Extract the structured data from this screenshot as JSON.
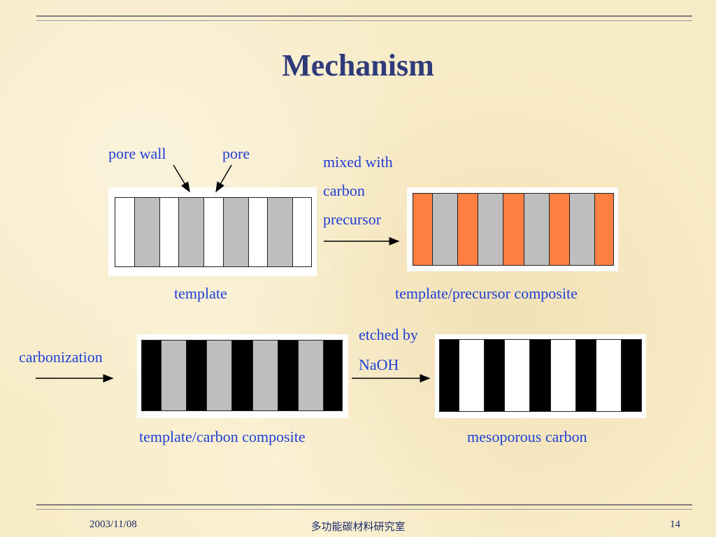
{
  "slide": {
    "title": "Mechanism",
    "page_number": "14",
    "footer_date": "2003/11/08",
    "footer_center": "多功能碳材料研究室"
  },
  "labels": {
    "pore_wall": "pore wall",
    "pore": "pore",
    "mixed_with_1": "mixed with",
    "mixed_with_2": "carbon",
    "mixed_with_3": "precursor",
    "template": "template",
    "template_precursor_composite": "template/precursor composite",
    "carbonization": "carbonization",
    "etched_by_1": "etched by",
    "etched_by_2": "NaOH",
    "template_carbon_composite": "template/carbon composite",
    "mesoporous_carbon": "mesoporous carbon"
  },
  "colors": {
    "pore_wall": "#bebebe",
    "pore": "#ffffff",
    "precursor": "#ff8040",
    "carbon": "#000000",
    "text": "#1f3fd6",
    "title": "#2e3a7a"
  },
  "blocks": {
    "template": [
      "pore",
      "pore_wall",
      "pore",
      "pore_wall",
      "pore",
      "pore_wall",
      "pore",
      "pore_wall",
      "pore"
    ],
    "template_precursor_composite": [
      "precursor",
      "pore_wall",
      "precursor",
      "pore_wall",
      "precursor",
      "pore_wall",
      "precursor",
      "pore_wall",
      "precursor"
    ],
    "template_carbon_composite": [
      "carbon",
      "pore_wall",
      "carbon",
      "pore_wall",
      "carbon",
      "pore_wall",
      "carbon",
      "pore_wall",
      "carbon"
    ],
    "mesoporous_carbon": [
      "carbon",
      "pore",
      "carbon",
      "pore",
      "carbon",
      "pore",
      "carbon",
      "pore",
      "carbon"
    ]
  }
}
